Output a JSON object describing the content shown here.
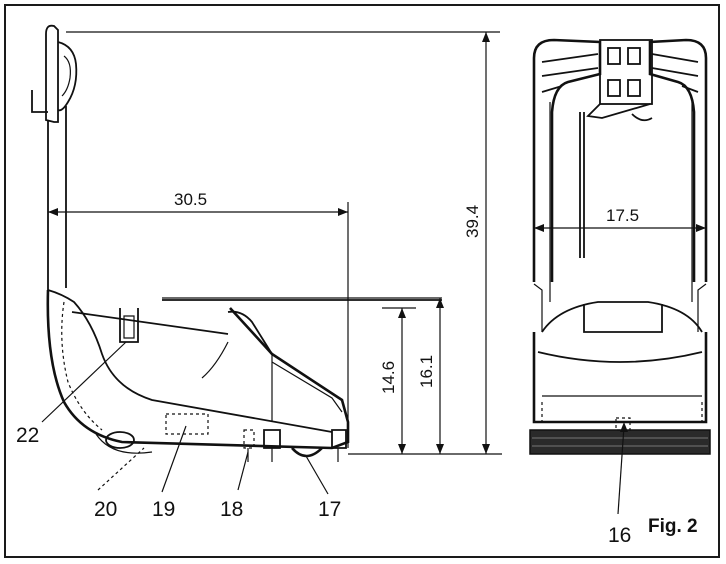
{
  "dimensions": {
    "length": "30.5",
    "height_total": "39.4",
    "height_lower": "14.6",
    "height_upper": "16.1",
    "width": "17.5"
  },
  "callouts": {
    "c16": "16",
    "c17": "17",
    "c18": "18",
    "c19": "19",
    "c20": "20",
    "c22": "22"
  },
  "figure_label": "Fig. 2"
}
